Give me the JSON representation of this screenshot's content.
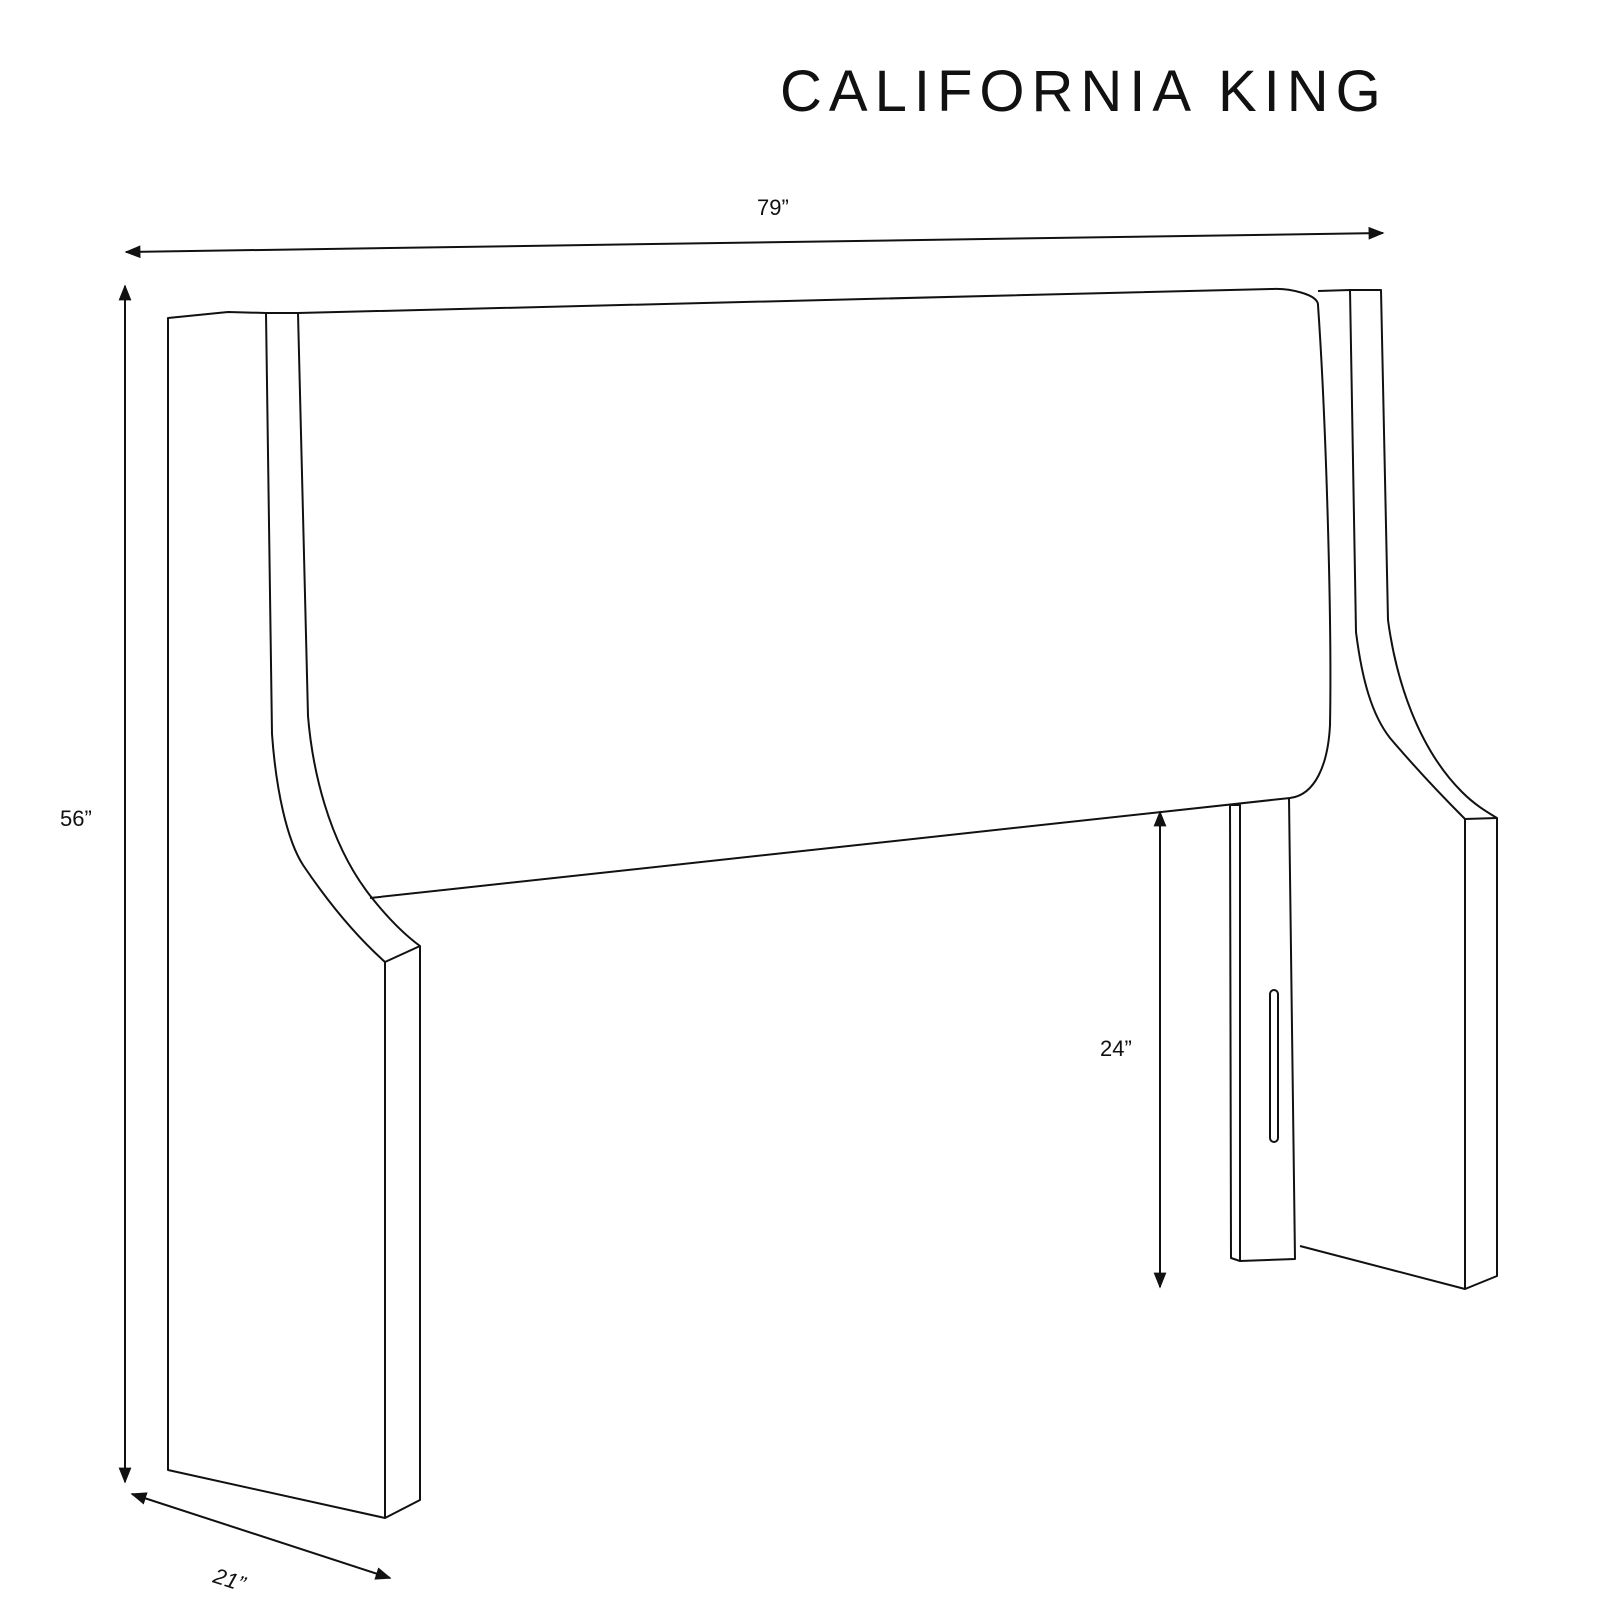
{
  "diagram": {
    "title": "CALIFORNIA KING",
    "dimensions": {
      "width": "79”",
      "height": "56”",
      "leg_clearance": "24”",
      "depth": "21”"
    },
    "colors": {
      "line": "#111111",
      "background": "#ffffff"
    }
  }
}
